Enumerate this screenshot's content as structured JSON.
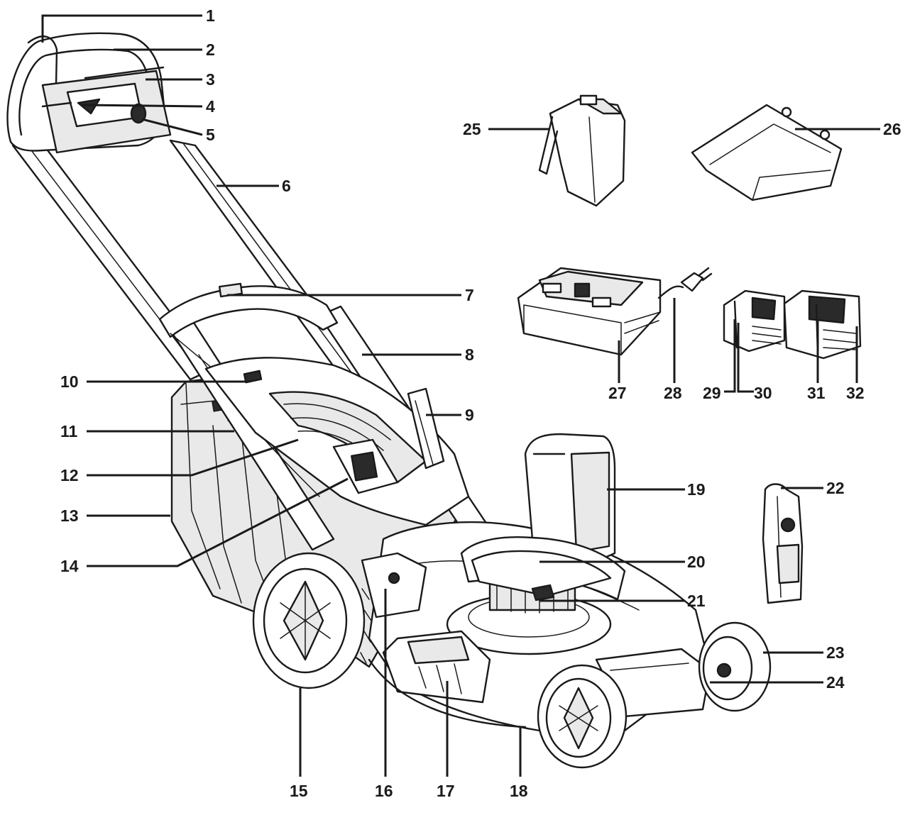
{
  "diagram": {
    "line_color": "#1a1a1a",
    "background": "#ffffff",
    "callouts": [
      {
        "id": 1,
        "label": "1"
      },
      {
        "id": 2,
        "label": "2"
      },
      {
        "id": 3,
        "label": "3"
      },
      {
        "id": 4,
        "label": "4"
      },
      {
        "id": 5,
        "label": "5"
      },
      {
        "id": 6,
        "label": "6"
      },
      {
        "id": 7,
        "label": "7"
      },
      {
        "id": 8,
        "label": "8"
      },
      {
        "id": 9,
        "label": "9"
      },
      {
        "id": 10,
        "label": "10"
      },
      {
        "id": 11,
        "label": "11"
      },
      {
        "id": 12,
        "label": "12"
      },
      {
        "id": 13,
        "label": "13"
      },
      {
        "id": 14,
        "label": "14"
      },
      {
        "id": 15,
        "label": "15"
      },
      {
        "id": 16,
        "label": "16"
      },
      {
        "id": 17,
        "label": "17"
      },
      {
        "id": 18,
        "label": "18"
      },
      {
        "id": 19,
        "label": "19"
      },
      {
        "id": 20,
        "label": "20"
      },
      {
        "id": 21,
        "label": "21"
      },
      {
        "id": 22,
        "label": "22"
      },
      {
        "id": 23,
        "label": "23"
      },
      {
        "id": 24,
        "label": "24"
      },
      {
        "id": 25,
        "label": "25"
      },
      {
        "id": 26,
        "label": "26"
      },
      {
        "id": 27,
        "label": "27"
      },
      {
        "id": 28,
        "label": "28"
      },
      {
        "id": 29,
        "label": "29"
      },
      {
        "id": 30,
        "label": "30"
      },
      {
        "id": 31,
        "label": "31"
      },
      {
        "id": 32,
        "label": "32"
      }
    ]
  }
}
